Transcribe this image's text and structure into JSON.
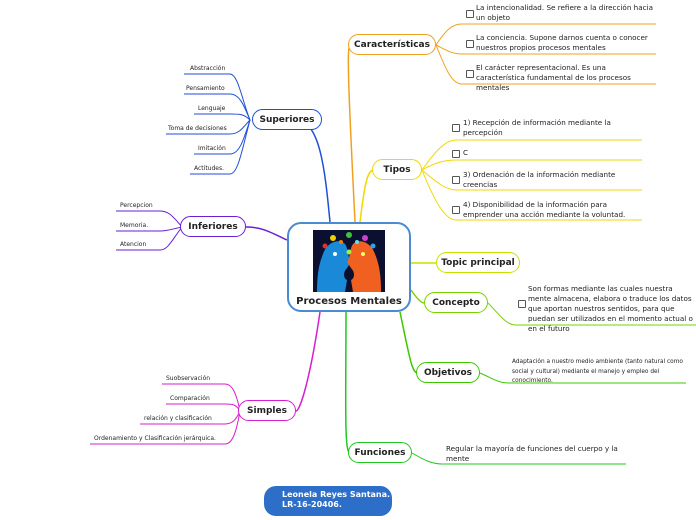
{
  "center": {
    "title": "Procesos Mentales"
  },
  "author": {
    "line1": "Leonela Reyes Santana.",
    "line2": "LR-16-20406."
  },
  "left": {
    "superiores": {
      "label": "Superiores",
      "items": [
        "Abstracción",
        "Pensamiento",
        "Lenguaje",
        "Toma de decisiones",
        "Imitación",
        "Actitudes."
      ]
    },
    "inferiores": {
      "label": "Inferiores",
      "items": [
        "Percepcion",
        "Memoria.",
        "Atencion"
      ]
    },
    "simples": {
      "label": "Simples",
      "items": [
        "Suobservación",
        "Comparación",
        "relación y clasificación",
        "Ordenamiento y Clasificación jerárquica."
      ]
    }
  },
  "right": {
    "caracteristicas": {
      "label": "Características",
      "items": [
        "La intencionalidad. Se refiere a la dirección hacia un objeto",
        "La conciencia. Supone darnos cuenta o conocer nuestros propios procesos mentales",
        "El carácter representacional. Es una característica fundamental de los procesos mentales"
      ]
    },
    "tipos": {
      "label": "Tipos",
      "items": [
        "1) Recepción de información mediante la percepción",
        "C",
        "3) Ordenación de la información mediante creencias",
        "4) Disponibilidad de la información para emprender una acción mediante la voluntad."
      ]
    },
    "topic": {
      "label": "Topic principal"
    },
    "concepto": {
      "label": "Concepto",
      "text": "Son formas mediante las cuales nuestra mente almacena, elabora o traduce los datos que aportan nuestros sentidos, para que puedan ser utilizados en el momento actual o en el futuro"
    },
    "objetivos": {
      "label": "Objetivos",
      "text": "Adaptación a nuestro medio ambiente (tanto natural como social y cultural) mediante el manejo y empleo del conocimiento."
    },
    "funciones": {
      "label": "Funciones",
      "text": "Regular la mayoría de funciones del cuerpo y la mente"
    }
  },
  "colors": {
    "superiores": "#1f4fd6",
    "inferiores": "#6a1fd6",
    "simples": "#d61fd0",
    "caracteristicas": "#f0a020",
    "tipos": "#f0d800",
    "topic": "#c8e000",
    "concepto": "#7ad000",
    "objetivos": "#3cc800",
    "funciones": "#1fc81f"
  }
}
